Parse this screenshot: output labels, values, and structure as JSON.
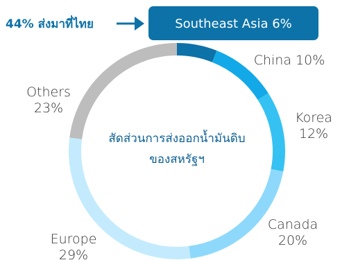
{
  "chart_data": {
    "type": "pie",
    "style": "donut",
    "categories": [
      "Southeast Asia",
      "China",
      "Korea",
      "Canada",
      "Europe",
      "Others"
    ],
    "values": [
      6,
      10,
      12,
      20,
      29,
      23
    ],
    "unit": "%",
    "labels": [
      "",
      "China",
      "Korea",
      "Canada",
      "Europe",
      "Others"
    ],
    "value_labels": [
      "",
      "10%",
      "12%",
      "20%",
      "29%",
      "23%"
    ],
    "colors": [
      "#0d72a8",
      "#13a9e8",
      "#35c2f2",
      "#8ed9fb",
      "#c3ebfd",
      "#bdbdbd"
    ],
    "title": "Southeast Asia 6%",
    "center_text": [
      "สัดส่วนการส่งออกน้ำมันดิบ",
      "ของสหรัฐฯ"
    ],
    "callout": "44% ส่งมาที่ไทย",
    "start_angle_deg": 0,
    "direction": "clockwise"
  },
  "theme": {
    "accent": "#0d72a8",
    "title_box": "#0d72a8",
    "title_text": "#ffffff",
    "center_text": "#0d5f93",
    "callout_text": "#0d72a8",
    "label_text": "#333333"
  }
}
